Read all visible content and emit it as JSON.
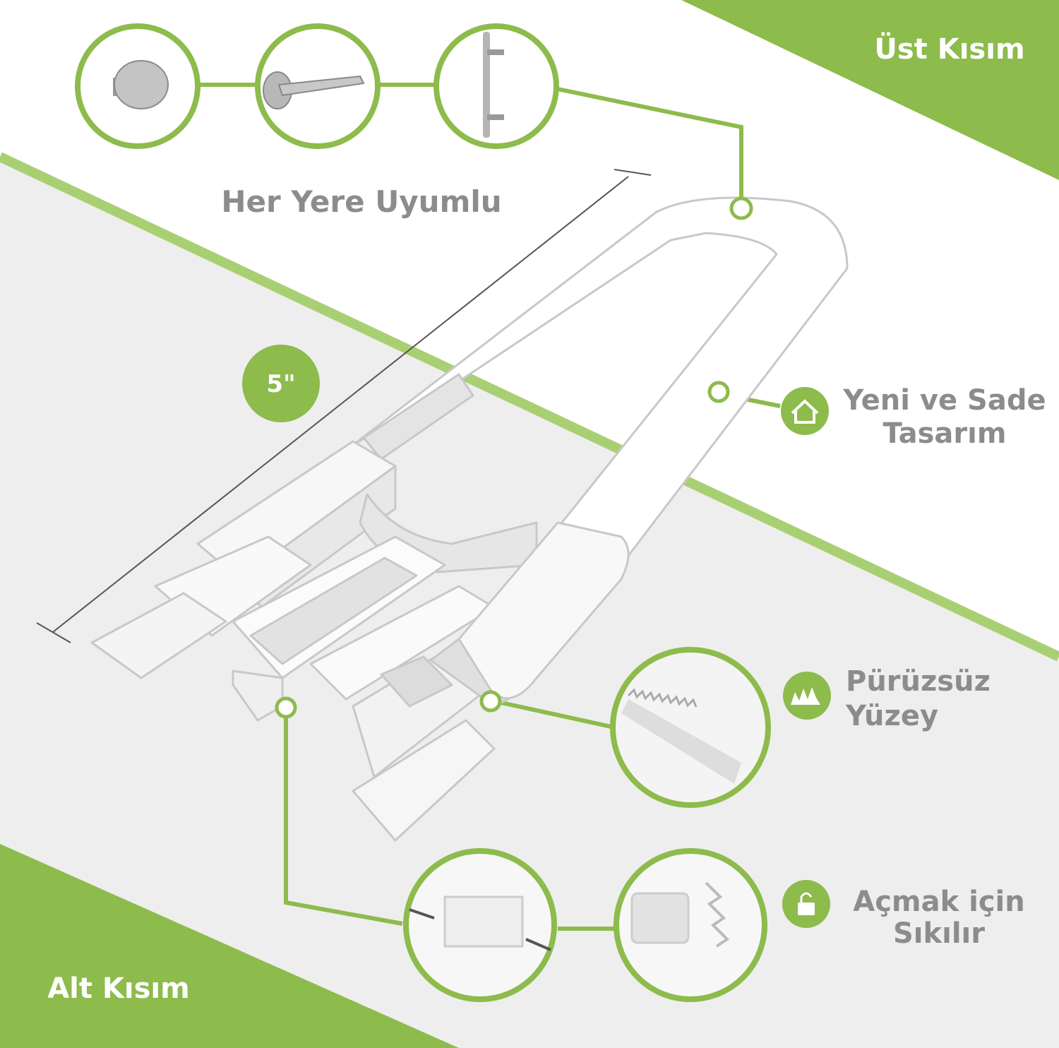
{
  "labels": {
    "top_section": "Üst Kısım",
    "bottom_section": "Alt Kısım",
    "compatible": "Her Yere Uyumlu",
    "size_badge": "5\"",
    "design_line1": "Yeni ve Sade",
    "design_line2": "Tasarım",
    "surface_line1": "Pürüzsüz",
    "surface_line2": "Yüzey",
    "squeeze_line1": "Açmak için",
    "squeeze_line2": "Sıkılır"
  },
  "colors": {
    "accent": "#8dbb4c",
    "grey_band": "#eeeeee",
    "text": "#8c8c8c"
  }
}
